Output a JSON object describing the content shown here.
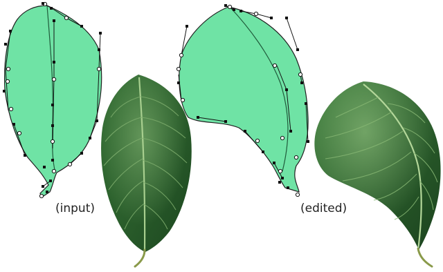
{
  "captions": {
    "input": "(input)",
    "edited": "(edited)"
  },
  "colors": {
    "shape_fill": "#6fe3a5",
    "outline": "#1f1f1f",
    "handle_line": "#111111",
    "anchor_fill": "#ffffff",
    "leaf_dark": "#1f4a23",
    "leaf_mid": "#3c7a3a",
    "leaf_light": "#6aa45e",
    "vein": "#a8cf8f",
    "stem": "#8a9a4a"
  },
  "icons": [
    "leaf-photo-input",
    "leaf-photo-edited",
    "bezier-shape-input",
    "bezier-shape-edited"
  ]
}
